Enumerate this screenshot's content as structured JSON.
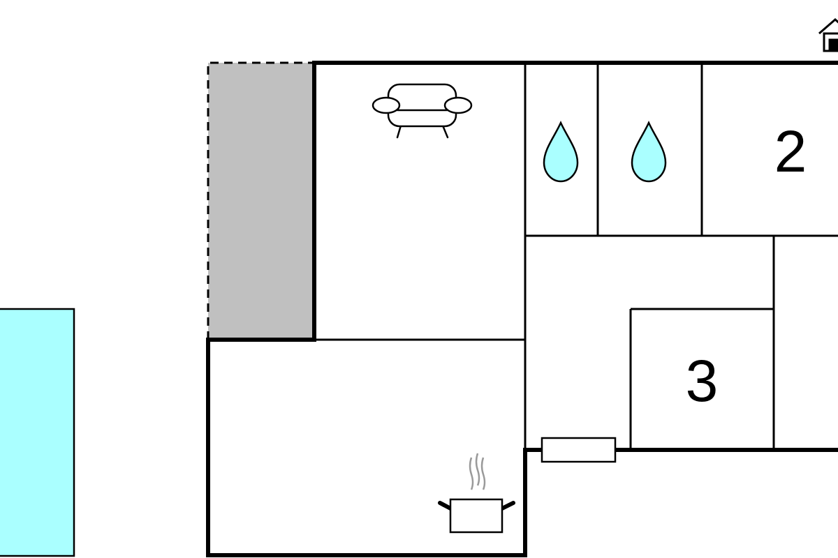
{
  "floorplan": {
    "colors": {
      "background": "#ffffff",
      "wall": "#000000",
      "pool": "#aaffff",
      "terrace": "#c0c0c0",
      "water": "#aaffff",
      "steam": "#9a9a9a"
    },
    "room_labels": {
      "room_2": "2",
      "room_3": "3"
    },
    "icons": {
      "living_room": "sofa-icon",
      "bathroom_1": "water-drop-icon",
      "bathroom_2": "water-drop-icon",
      "kitchen": "cooking-pot-icon",
      "entrance": "house-icon"
    },
    "features": [
      "swimming-pool",
      "covered-terrace",
      "radiator"
    ]
  }
}
